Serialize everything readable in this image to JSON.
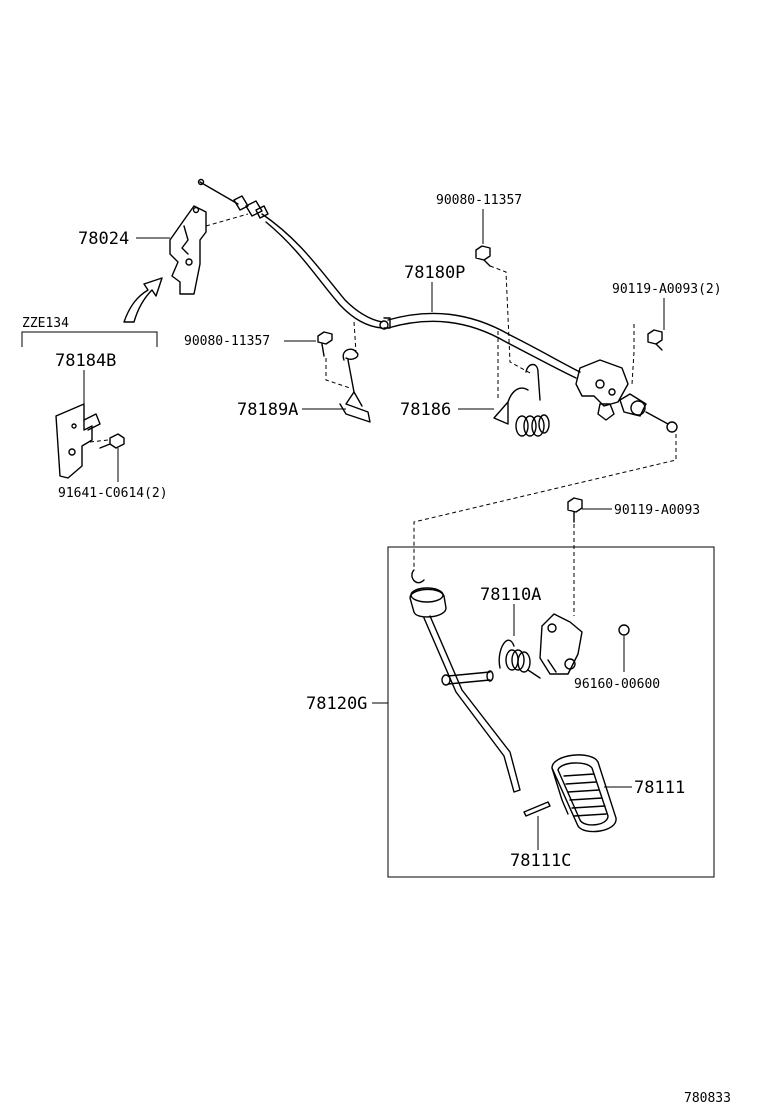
{
  "labels": {
    "p78024": "78024",
    "p78180P": "78180P",
    "p90080_top": "90080-11357",
    "p90119_2": "90119-A0093(2)",
    "zze": "ZZE134",
    "p78184B": "78184B",
    "p90080_left": "90080-11357",
    "p78189A": "78189A",
    "p78186": "78186",
    "p91641": "91641-C0614(2)",
    "p90119": "90119-A0093",
    "p78110A": "78110A",
    "p78120G": "78120G",
    "p96160": "96160-00600",
    "p78111": "78111",
    "p78111C": "78111C",
    "diagram_id": "780833"
  }
}
